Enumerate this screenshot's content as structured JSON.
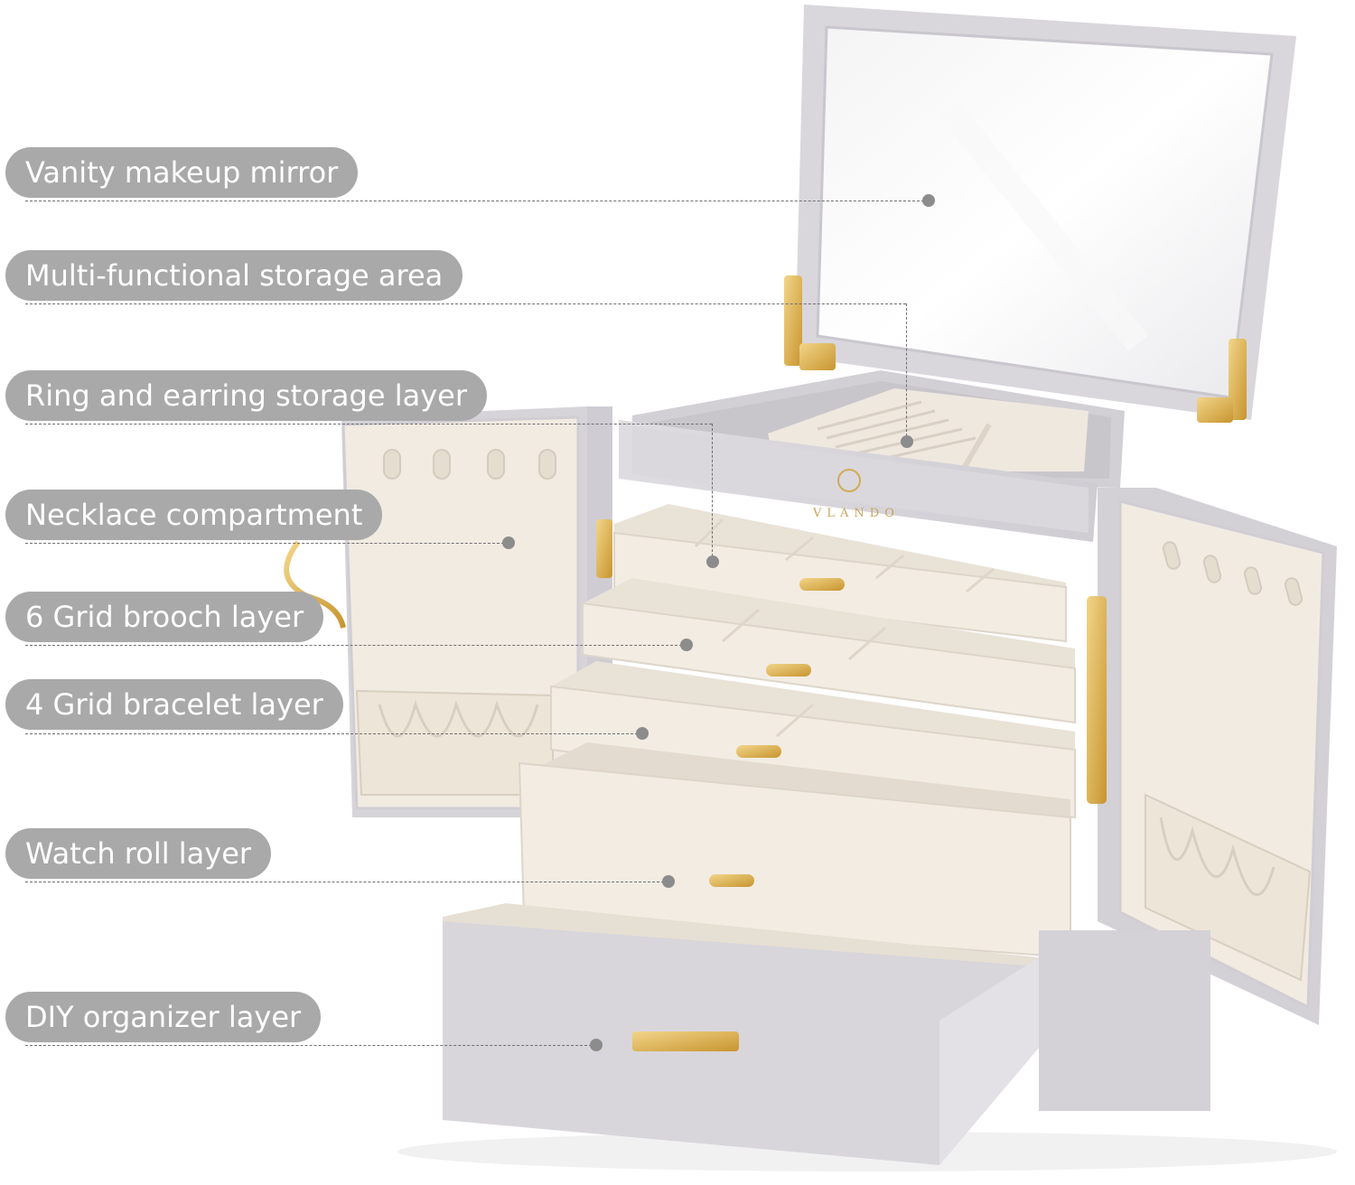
{
  "brand": "VLANDO",
  "colors": {
    "label_bg": "#a9a9aa",
    "label_text": "#ffffff",
    "box_shell": "#d6d4d9",
    "velvet": "#efe9e0",
    "gold": "#d9a94a"
  },
  "labels": [
    {
      "id": "mirror",
      "text": "Vanity makeup mirror"
    },
    {
      "id": "storage",
      "text": "Multi-functional storage area"
    },
    {
      "id": "ring",
      "text": "Ring and earring storage layer"
    },
    {
      "id": "necklace",
      "text": "Necklace compartment"
    },
    {
      "id": "brooch",
      "text": "6 Grid brooch layer"
    },
    {
      "id": "bracelet",
      "text": "4 Grid bracelet layer"
    },
    {
      "id": "watch",
      "text": "Watch roll layer"
    },
    {
      "id": "diy",
      "text": "DIY organizer layer"
    }
  ]
}
